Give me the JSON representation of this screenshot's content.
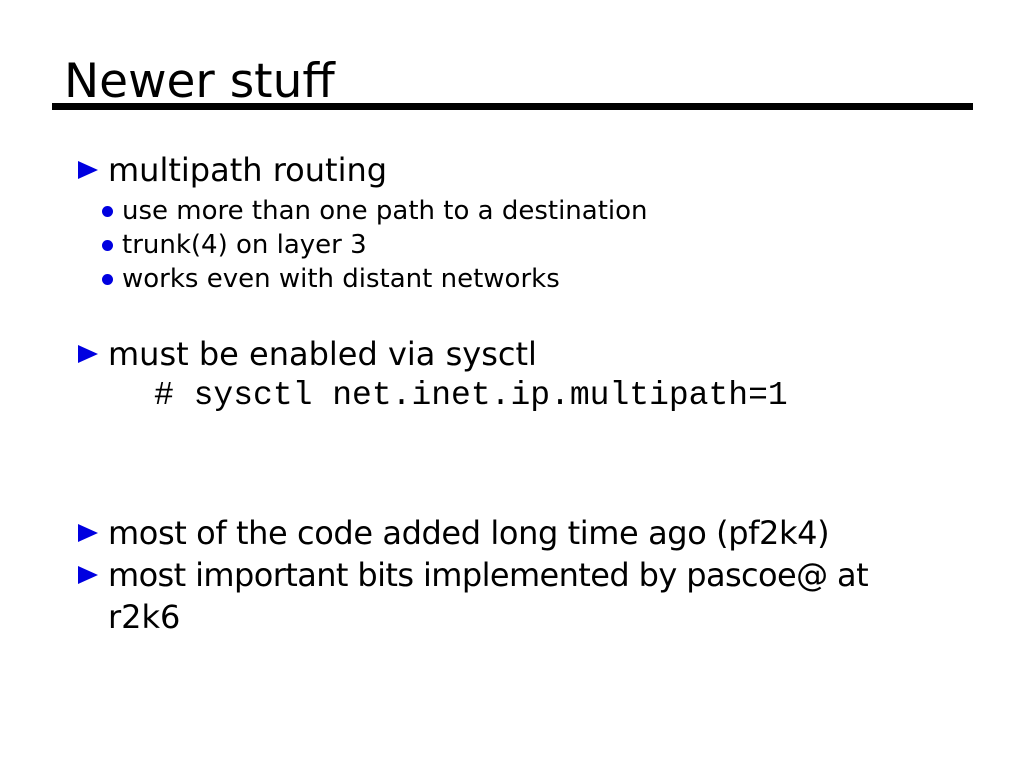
{
  "title": "Newer stuff",
  "theme": {
    "accent_color": "#0000e0",
    "text_color": "#000000",
    "background_color": "#ffffff",
    "rule_color": "#000000"
  },
  "icons": {
    "bullet_level1": "triangle-right",
    "bullet_level2": "dot"
  },
  "content": {
    "bullets": [
      {
        "label": "multipath routing",
        "sub_items": [
          "use more than one path to a destination",
          "trunk(4) on layer 3",
          "works even with distant networks"
        ]
      },
      {
        "label": "must be enabled via sysctl",
        "code": "# sysctl net.inet.ip.multipath=1"
      },
      {
        "label": "most of the code added long time ago (pf2k4)"
      },
      {
        "label": "most important bits implemented by pascoe@ at",
        "continuation": "r2k6"
      }
    ]
  }
}
